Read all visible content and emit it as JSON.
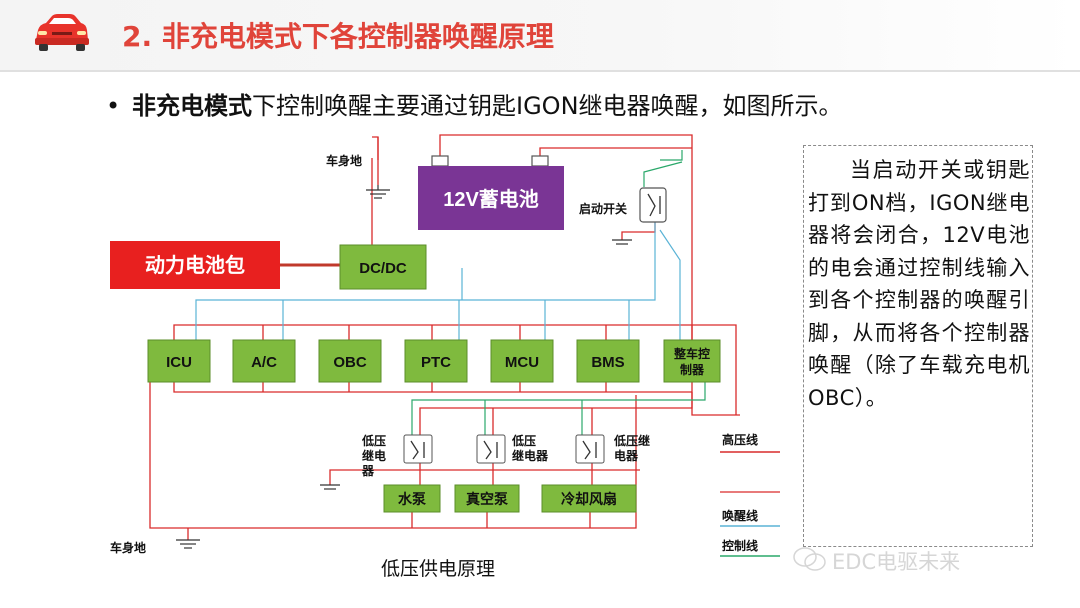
{
  "header": {
    "title": "2. 非充电模式下各控制器唤醒原理"
  },
  "bullet": {
    "bold": "非充电模式",
    "rest": "下控制唤醒主要通过钥匙IGON继电器唤醒，如图所示。"
  },
  "diagram": {
    "battery_label": "12V蓄电池",
    "power_pack_label": "动力电池包",
    "dcdc_label": "DC/DC",
    "body_ground_top": "车身地",
    "body_ground_bottom": "车身地",
    "start_switch_label": "启动开关",
    "controllers": [
      "ICU",
      "A/C",
      "OBC",
      "PTC",
      "MCU",
      "BMS"
    ],
    "vcu_line1": "整车控",
    "vcu_line2": "制器",
    "relays": [
      {
        "line1": "低压",
        "line2": "继电",
        "line3": "器"
      },
      {
        "line1": "低压",
        "line2": "继电器",
        "line3": ""
      },
      {
        "line1": "低压继",
        "line2": "电器",
        "line3": ""
      }
    ],
    "loads": [
      "水泵",
      "真空泵",
      "冷却风扇"
    ],
    "caption": "低压供电原理",
    "legend": {
      "high_voltage": "高压线",
      "wakeup": "唤醒线",
      "control": "控制线"
    },
    "colors": {
      "high_voltage": "#d92b2b",
      "wakeup": "#5ab3d6",
      "control": "#2aa86a",
      "box_green": "#7fba3e",
      "battery_purple": "#7a3595",
      "power_pack_red": "#e8201f"
    }
  },
  "note": {
    "text": "当启动开关或钥匙打到ON档，IGON继电器将会闭合，12V电池的电会通过控制线输入到各个控制器的唤醒引脚，从而将各个控制器唤醒（除了车载充电机OBC）。"
  },
  "watermark": {
    "text": "EDC电驱未来"
  }
}
